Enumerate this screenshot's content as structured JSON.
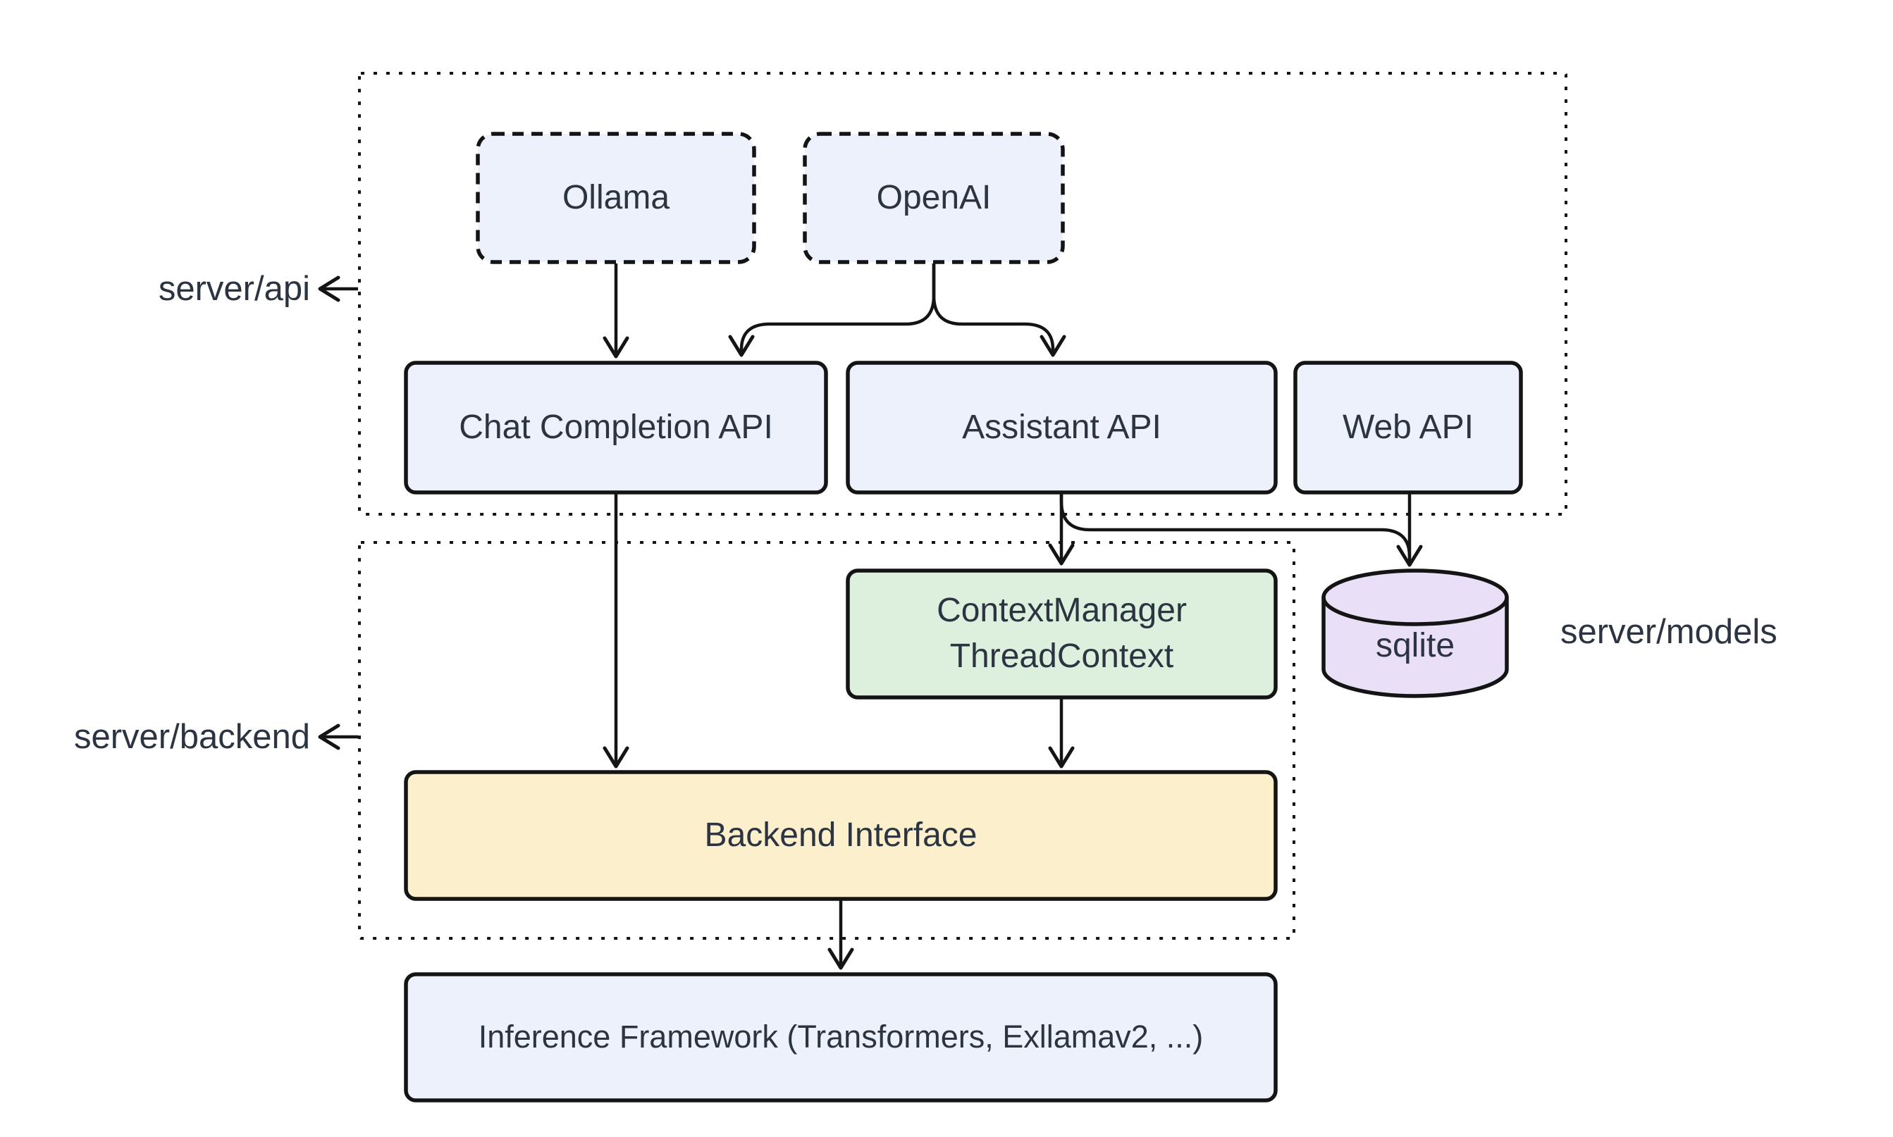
{
  "groups": {
    "api": {
      "label": "server/api"
    },
    "backend": {
      "label": "server/backend"
    },
    "models": {
      "label": "server/models"
    }
  },
  "nodes": {
    "ollama": {
      "label": "Ollama"
    },
    "openai": {
      "label": "OpenAI"
    },
    "chat_api": {
      "label": "Chat Completion API"
    },
    "assistant_api": {
      "label": "Assistant API"
    },
    "web_api": {
      "label": "Web API"
    },
    "context_manager": {
      "label": "ContextManager\nThreadContext"
    },
    "sqlite": {
      "label": "sqlite"
    },
    "backend_interface": {
      "label": "Backend Interface"
    },
    "inference_framework": {
      "label": "Inference Framework (Transformers, Exllamav2, ...)"
    }
  },
  "edges": [
    {
      "from": "Ollama",
      "to": "Chat Completion API"
    },
    {
      "from": "OpenAI",
      "to": "Chat Completion API"
    },
    {
      "from": "OpenAI",
      "to": "Assistant API"
    },
    {
      "from": "Chat Completion API",
      "to": "Backend Interface"
    },
    {
      "from": "Assistant API",
      "to": "ContextManager ThreadContext"
    },
    {
      "from": "Assistant API",
      "to": "sqlite"
    },
    {
      "from": "Web API",
      "to": "sqlite"
    },
    {
      "from": "ContextManager ThreadContext",
      "to": "Backend Interface"
    },
    {
      "from": "Backend Interface",
      "to": "Inference Framework (Transformers, Exllamav2, ...)"
    }
  ],
  "colors": {
    "node_blue": "#EDF1FB",
    "node_green": "#DCF0DD",
    "node_yellow": "#FCF0CC",
    "node_purple": "#E9E0F8",
    "stroke": "#141414",
    "text": "#2B3440",
    "background": "#FFFFFF"
  }
}
